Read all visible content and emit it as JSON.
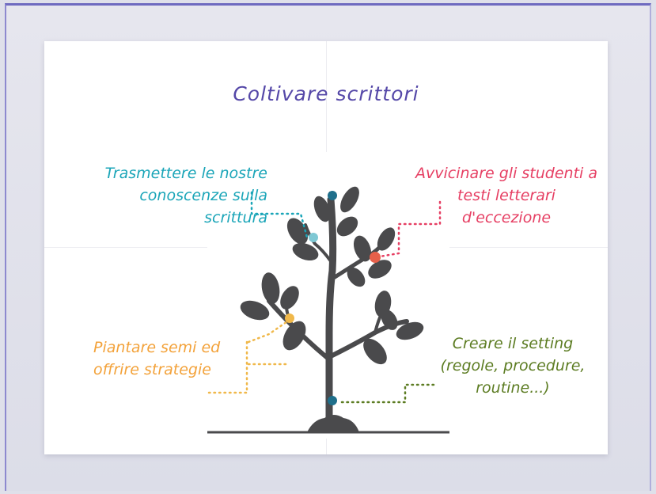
{
  "diagram": {
    "title": "Coltivare scrittori",
    "labels": {
      "teal": [
        "Trasmettere le nostre",
        "conoscenze sulla",
        "scrittura"
      ],
      "red": [
        "Avvicinare gli studenti a",
        "testi letterari",
        "d'eccezione"
      ],
      "orange": [
        "Piantare semi ed",
        "offrire strategie"
      ],
      "green": [
        "Creare il setting",
        "(regole, procedure,",
        "routine...)"
      ]
    },
    "colors": {
      "title": "#5548a8",
      "teal": "#1aa5b8",
      "red": "#e63f63",
      "orange": "#f3a23a",
      "green": "#5c7c22",
      "tree": "#4a4a4c",
      "node_top": "#1f6f8b",
      "node_teal": "#7fc8d4",
      "node_red": "#e6604a",
      "node_orange": "#f0b84a",
      "node_base": "#1f6f8b"
    }
  }
}
